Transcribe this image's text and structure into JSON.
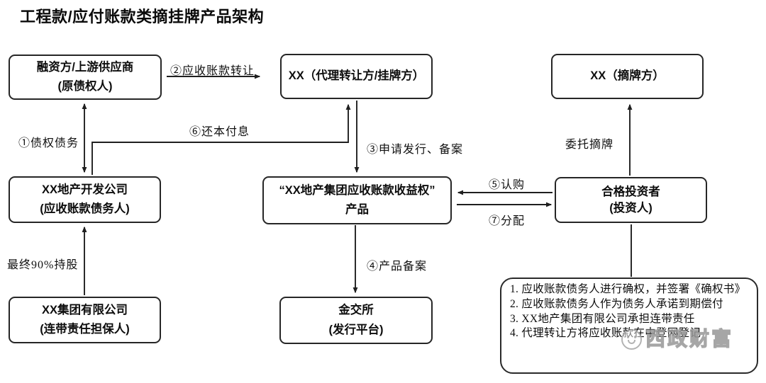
{
  "title": "工程款/应付账款类摘挂牌产品架构",
  "boxes": {
    "financier": {
      "line1": "融资方/上游供应商",
      "line2": "(原债权人)"
    },
    "agent": {
      "line1": "XX（代理转让方/挂牌方）"
    },
    "delister": {
      "line1": "XX（摘牌方）"
    },
    "developer": {
      "line1": "XX地产开发公司",
      "line2": "(应收账款债务人)"
    },
    "product": {
      "line1": "“XX地产集团应收账款收益权”",
      "line2": "产品"
    },
    "investor": {
      "line1": "合格投资者",
      "line2": "(投资人)"
    },
    "group": {
      "line1": "XX集团有限公司",
      "line2": "(连带责任担保人)"
    },
    "exchange": {
      "line1": "金交所",
      "line2": "(发行平台)"
    }
  },
  "edges": {
    "claim_debt": "①债权债务",
    "transfer": "②应收账款转让",
    "apply_issue": "③申请发行、备案",
    "product_filing": "④产品备案",
    "subscribe": "⑤认购",
    "repay": "⑥还本付息",
    "distribute": "⑦分配",
    "entrust": "委托摘牌",
    "holding": "最终90%持股"
  },
  "notes": {
    "items": [
      "1. 应收账款债务人进行确权，并签署《确权书》",
      "2. 应收账款债务人作为债务人承诺到期偿付",
      "3. XX地产集团有限公司承担连带责任",
      "4. 代理转让方将应收账款在中登网登记"
    ]
  },
  "watermark": {
    "text": "西政财富"
  },
  "colors": {
    "line": "#1f1f1f",
    "text": "#111111",
    "border": "#262626",
    "watermark": "#979797",
    "background": "#ffffff"
  }
}
